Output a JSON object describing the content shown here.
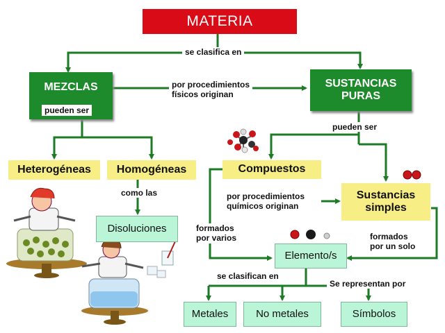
{
  "nodes": {
    "materia": "MATERIA",
    "mezclas": "MEZCLAS",
    "sustancias_puras": "SUSTANCIAS\nPURAS",
    "heterogeneas": "Heterogéneas",
    "homogeneas": "Homogéneas",
    "disoluciones": "Disoluciones",
    "compuestos": "Compuestos",
    "sustancias_simples": "Sustancias\nsimples",
    "elementos": "Elemento/s",
    "metales": "Metales",
    "no_metales": "No metales",
    "simbolos": "Símbolos"
  },
  "links": {
    "se_clasifica_en": "se clasifica en",
    "pueden_ser_mezclas": "pueden ser",
    "por_procedimientos_fisicos": "por procedimientos\nfísicos originan",
    "pueden_ser_sustancias": "pueden ser",
    "como_las": "como las",
    "por_procedimientos_quimicos": "por procedimientos\nquímicos originan",
    "formados_por_varios": "formados\npor varios",
    "formados_por_un_solo": "formados\npor un solo",
    "se_clasifican_en": "se clasifican en",
    "se_representan_por": "Se representan por"
  },
  "colors": {
    "title_red": "#d90b16",
    "concept_green": "#1d8a2b",
    "category_yellow": "#f7ee86",
    "leaf_mint": "#b9f5d6",
    "arrow_green": "#1d7a25"
  },
  "illustrations": [
    "scientist-figure",
    "molecule-model",
    "atom-spheres"
  ]
}
